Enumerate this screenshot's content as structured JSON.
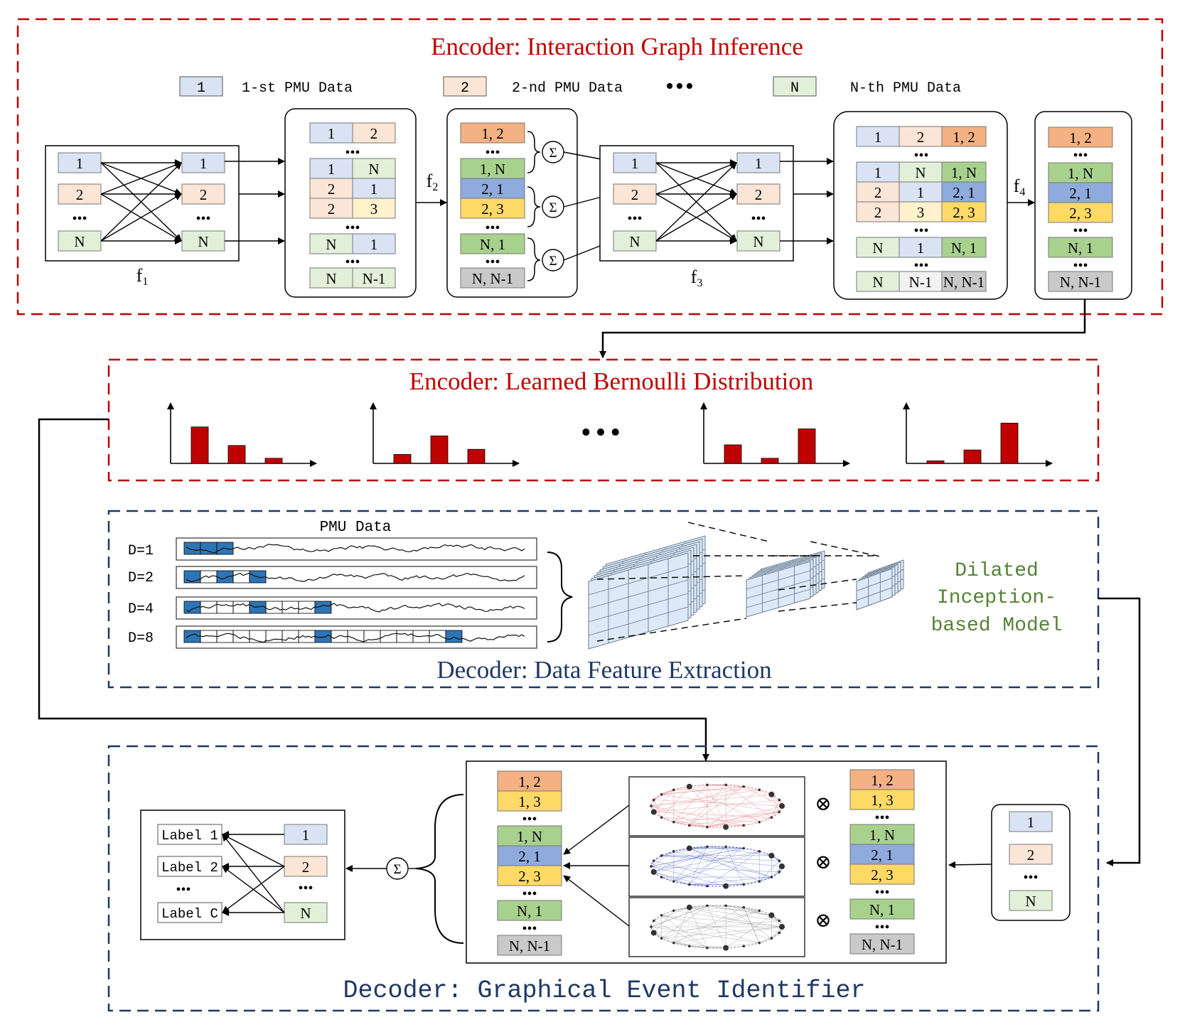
{
  "sections": {
    "encoder_graph": "Encoder: Interaction Graph Inference",
    "encoder_bernoulli": "Encoder: Learned Bernoulli Distribution",
    "decoder_feature": "Decoder: Data Feature Extraction",
    "decoder_identifier": "Decoder: Graphical Event Identifier"
  },
  "legend": [
    {
      "id": "1",
      "label": "1-st PMU Data"
    },
    {
      "id": "2",
      "label": "2-nd PMU Data"
    },
    {
      "id": "N",
      "label": "N-th PMU Data"
    }
  ],
  "legend_dots": "•••",
  "functions": {
    "f1": "f",
    "f1_sub": "1",
    "f2": "f",
    "f2_sub": "2",
    "f3": "f",
    "f3_sub": "3",
    "f4": "f",
    "f4_sub": "4"
  },
  "node_labels": {
    "n1": "1",
    "n2": "2",
    "nN": "N"
  },
  "pair_labels": {
    "p12": "1, 2",
    "p1N": "1, N",
    "p21": "2, 1",
    "p23": "2, 3",
    "pN1": "N, 1",
    "pNN1": "N, N-1",
    "p13": "1, 3",
    "c1": "1",
    "c2": "2",
    "c3": "3",
    "cN": "N",
    "cN1": "N-1"
  },
  "dots": "•••",
  "sum_symbol": "Σ",
  "otimes_symbol": "⊗",
  "pmu_title": "PMU Data",
  "dilations": [
    "D=1",
    "D=2",
    "D=4",
    "D=8"
  ],
  "model_label": [
    "Dilated",
    "Inception-",
    "based Model"
  ],
  "labels": [
    "Label 1",
    "Label 2",
    "Label C"
  ],
  "label_dots": "•••",
  "colors": {
    "blue": "#dae3f3",
    "orange": "#fbe5d6",
    "green": "#e2f0d9",
    "yellow": "#fff2cc",
    "dark_orange": "#f4b183",
    "dark_green": "#a9d18e",
    "dark_blue": "#8faadc",
    "dark_yellow": "#ffd966",
    "gray": "#c9c9c9",
    "red_dash": "#c00000",
    "navy_dash": "#1f3864",
    "bar_red": "#c00000",
    "model_green": "#548235"
  },
  "chart_data": [
    {
      "type": "bar",
      "values": [
        0.57,
        0.28,
        0.08
      ]
    },
    {
      "type": "bar",
      "values": [
        0.14,
        0.43,
        0.22
      ]
    },
    {
      "type": "bar",
      "values": [
        0.29,
        0.08,
        0.54
      ]
    },
    {
      "type": "bar",
      "values": [
        0.04,
        0.21,
        0.63
      ]
    }
  ]
}
